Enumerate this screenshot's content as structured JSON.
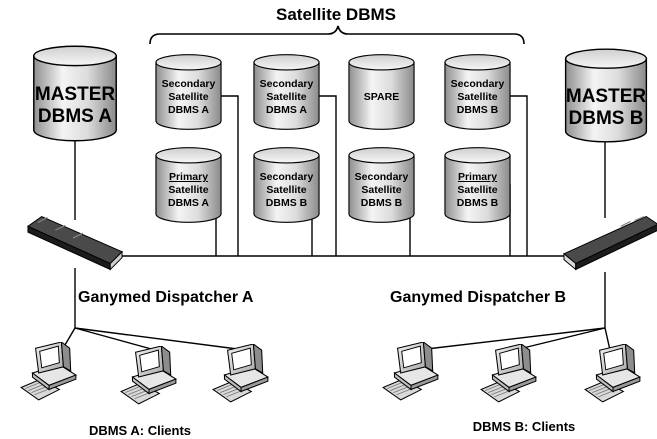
{
  "title": "Satellite DBMS",
  "masters": {
    "a": [
      "MASTER",
      "DBMS A"
    ],
    "b": [
      "MASTER",
      "DBMS B"
    ]
  },
  "satellites": {
    "top_1": [
      "Secondary",
      "Satellite",
      "DBMS A"
    ],
    "top_2": [
      "Secondary",
      "Satellite",
      "DBMS A"
    ],
    "top_3": [
      "SPARE"
    ],
    "top_4": [
      "Secondary",
      "Satellite",
      "DBMS B"
    ],
    "bottom_1": [
      "Primary",
      "Satellite",
      "DBMS A"
    ],
    "bottom_2": [
      "Secondary",
      "Satellite",
      "DBMS B"
    ],
    "bottom_3": [
      "Secondary",
      "Satellite",
      "DBMS B"
    ],
    "bottom_4": [
      "Primary",
      "Satellite",
      "DBMS B"
    ]
  },
  "dispatchers": {
    "a": "Ganymed Dispatcher A",
    "b": "Ganymed Dispatcher B"
  },
  "clients": {
    "a": "DBMS A: Clients",
    "b": "DBMS B: Clients"
  },
  "colors": {
    "cylinder_light": "#f2f2f2",
    "cylinder_dark": "#9a9a9a",
    "line": "#000000",
    "switch_dark": "#2a2a2a"
  },
  "icons": [
    "database-cylinder-icon",
    "network-switch-icon",
    "desktop-computer-icon"
  ]
}
